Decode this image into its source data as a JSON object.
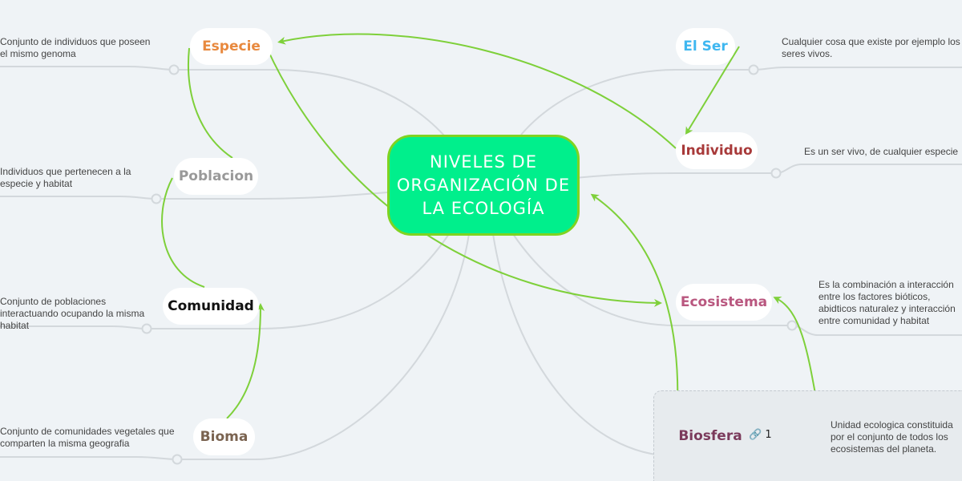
{
  "central_topic": "NIVELES DE ORGANIZACIÓN DE LA ECOLOGÍA",
  "colors": {
    "central_fill": "#00ef8c",
    "central_border": "#7fd321",
    "relation_line": "#7ed03a",
    "branch_line": "#d3d8dc"
  },
  "nodes": {
    "especie": {
      "label": "Especie",
      "color": "#e8893e",
      "description": "Conjunto de individuos que poseen el mismo genoma"
    },
    "poblacion": {
      "label": "Poblacion",
      "color": "#999999",
      "description": "Individuos que pertenecen a la especie y habitat"
    },
    "comunidad": {
      "label": "Comunidad",
      "color": "#111111",
      "description": "Conjunto de poblaciones interactuando ocupando la misma habitat"
    },
    "bioma": {
      "label": "Bioma",
      "color": "#7a6350",
      "description": "Conjunto de comunidades vegetales que comparten la misma geografia"
    },
    "el_ser": {
      "label": "El Ser",
      "color": "#3fb7f0",
      "description": "Cualquier cosa que existe por ejemplo los seres vivos."
    },
    "individuo": {
      "label": "Individuo",
      "color": "#a83a3a",
      "description": "Es un ser vivo, de cualquier especie"
    },
    "ecosistema": {
      "label": "Ecosistema",
      "color": "#b9577f",
      "description": "Es la combinación a interacción entre los factores bióticos, abidticos naturalez  y interacción entre comunidad y habitat"
    },
    "biosfera": {
      "label": "Biosfera",
      "color": "#7b3b5c",
      "description": "Unidad ecologica constituida por el conjunto de todos los ecosistemas del planeta.",
      "link_icon": "link-icon",
      "link_count": "1"
    }
  }
}
